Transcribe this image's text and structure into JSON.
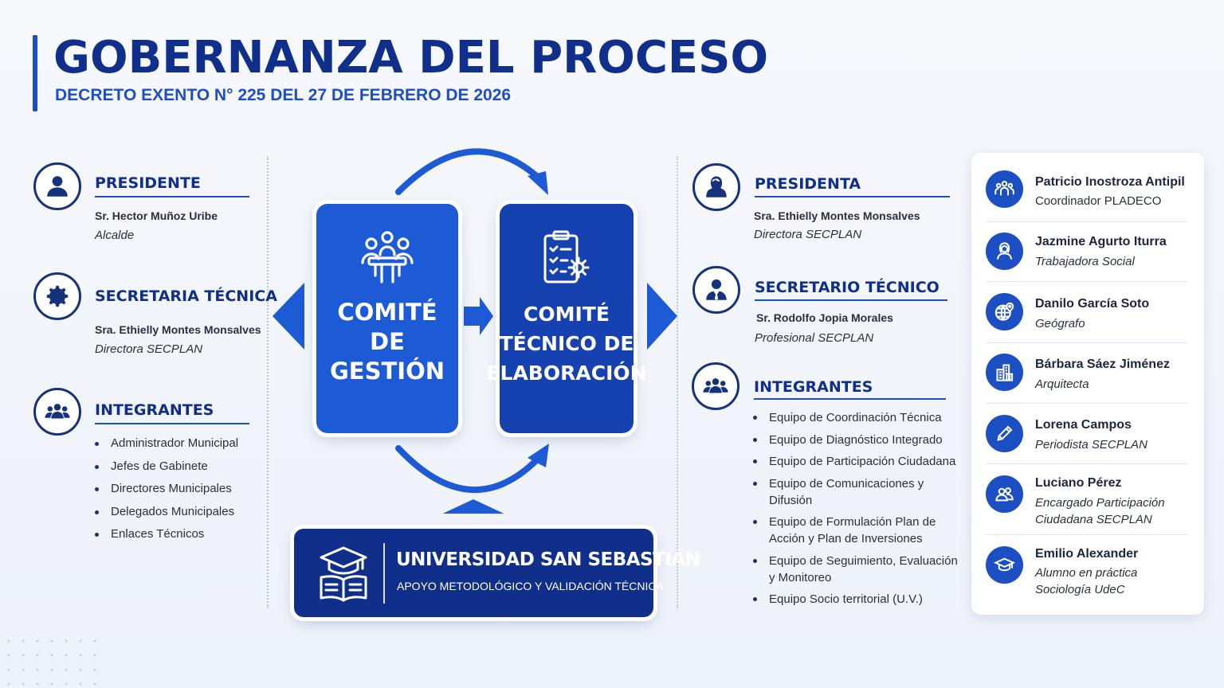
{
  "header": {
    "title": "GOBERNANZA DEL PROCESO",
    "subtitle": "DECRETO EXENTO N° 225 DEL 27 DE FEBRERO DE 2026"
  },
  "left": {
    "presidente": {
      "heading": "PRESIDENTE",
      "name": "Sr. Hector Muñoz Uribe",
      "role": "Alcalde",
      "icon": "user-icon"
    },
    "secretaria": {
      "heading": "SECRETARIA TÉCNICA",
      "name": "Sra. Ethielly Montes Monsalves",
      "role": "Directora SECPLAN",
      "icon": "gear-icon"
    },
    "integrantes": {
      "heading": "INTEGRANTES",
      "icon": "group-icon",
      "items": [
        "Administrador Municipal",
        "Jefes de Gabinete",
        "Directores Municipales",
        "Delegados Municipales",
        "Enlaces Técnicos"
      ]
    }
  },
  "center": {
    "comite_gestion": {
      "label": "COMITÉ\nDE\nGESTIÓN",
      "icon": "meeting-icon",
      "color": "#1d5ad6"
    },
    "comite_tecnico": {
      "label": "COMITÉ\nTÉCNICO DE\nELABORACIÓN",
      "icon": "clipboard-gear-icon",
      "color": "#1641b0"
    },
    "universidad": {
      "title": "UNIVERSIDAD SAN SEBASTIÁN",
      "subtitle": "APOYO METODOLÓGICO Y VALIDACIÓN TÉCNICA",
      "icon": "book-graduation-icon",
      "color": "#0f2f8a"
    }
  },
  "right": {
    "presidenta": {
      "heading": "PRESIDENTA",
      "name": "Sra. Ethielly Montes Monsalves",
      "role": "Directora SECPLAN",
      "icon": "woman-icon"
    },
    "secretario": {
      "heading": "SECRETARIO TÉCNICO",
      "name": "Sr. Rodolfo Jopia Morales",
      "role": "Profesional SECPLAN",
      "icon": "businessman-icon"
    },
    "integrantes": {
      "heading": "INTEGRANTES",
      "icon": "group-icon",
      "items": [
        "Equipo de Coordinación Técnica",
        "Equipo de Diagnóstico Integrado",
        "Equipo de Participación Ciudadana",
        "Equipo de Comunicaciones y Difusión",
        "Equipo de Formulación Plan de Acción y Plan de Inversiones",
        "Equipo de Seguimiento, Evaluación y Monitoreo",
        "Equipo Socio territorial (U.V.)"
      ]
    }
  },
  "members": [
    {
      "name": "Patricio Inostroza Antipil",
      "role": "Coordinador PLADECO",
      "italic": false,
      "icon": "team-icon"
    },
    {
      "name": "Jazmine Agurto Iturra",
      "role": "Trabajadora Social",
      "italic": true,
      "icon": "woman-icon"
    },
    {
      "name": "Danilo García Soto",
      "role": "Geógrafo",
      "italic": true,
      "icon": "globe-pin-icon"
    },
    {
      "name": "Bárbara Sáez Jiménez",
      "role": "Arquitecta",
      "italic": true,
      "icon": "building-plan-icon"
    },
    {
      "name": "Lorena Campos",
      "role": "Periodista SECPLAN",
      "italic": true,
      "icon": "pencil-icon"
    },
    {
      "name": "Luciano Pérez",
      "role": "Encargado Participación\nCiudadana SECPLAN",
      "italic": true,
      "icon": "people-icon"
    },
    {
      "name": "Emilio Alexander",
      "role": "Alumno en práctica\nSociología UdeC",
      "italic": true,
      "icon": "graduation-cap-icon"
    }
  ],
  "colors": {
    "primary": "#0f2f8a",
    "accent": "#1d4fc4",
    "bright": "#1d5ad6"
  }
}
